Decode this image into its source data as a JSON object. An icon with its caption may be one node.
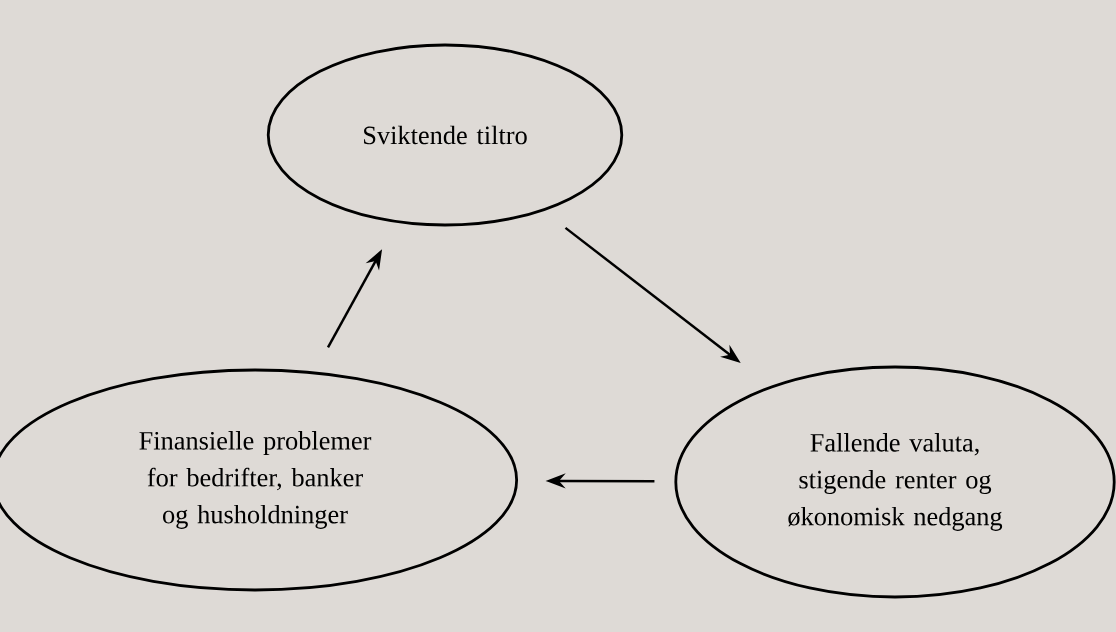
{
  "diagram": {
    "nodes": [
      {
        "text": [
          "Sviktende tiltro"
        ]
      },
      {
        "text": [
          "Fallende valuta, stigende renter og økonomisk nedgang"
        ]
      },
      {
        "text": [
          "Finansielle problemer for bedrifter, banker og husholdninger"
        ]
      }
    ],
    "edges": [
      {
        "from": 0,
        "to": 1,
        "arrow": "to"
      },
      {
        "from": 1,
        "to": 2,
        "arrow": "to"
      },
      {
        "from": 2,
        "to": 0,
        "arrow": "to"
      }
    ]
  }
}
